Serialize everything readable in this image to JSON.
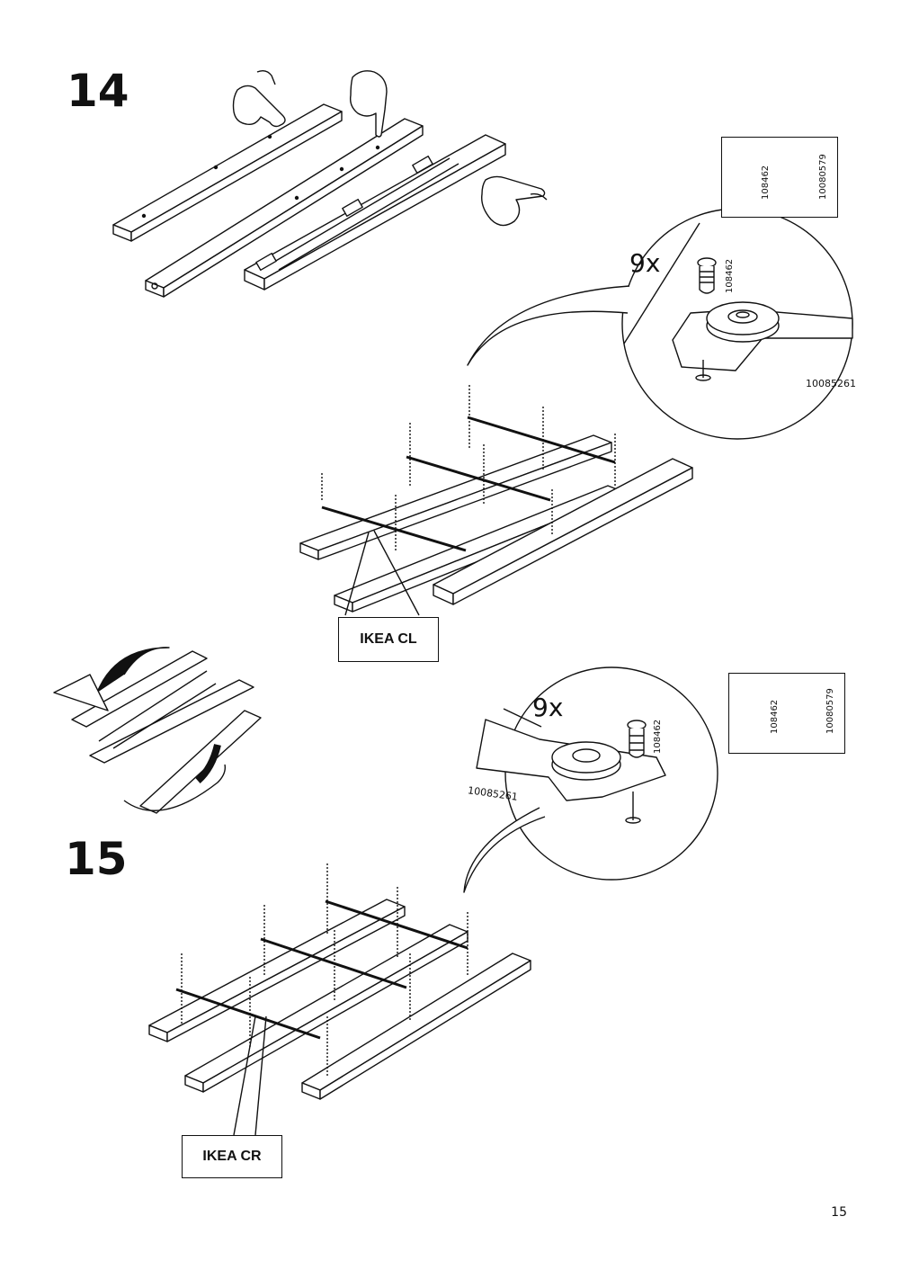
{
  "steps": [
    {
      "number": "14",
      "quantity": "9x",
      "fastener_ok": "108462",
      "fastener_not": "10080579",
      "part_no": "10085261",
      "label": "IKEA CL"
    },
    {
      "number": "15",
      "quantity": "9x",
      "fastener_ok": "108462",
      "fastener_not": "10080579",
      "part_no": "10085261",
      "label": "IKEA CR"
    }
  ],
  "page_number": "15"
}
